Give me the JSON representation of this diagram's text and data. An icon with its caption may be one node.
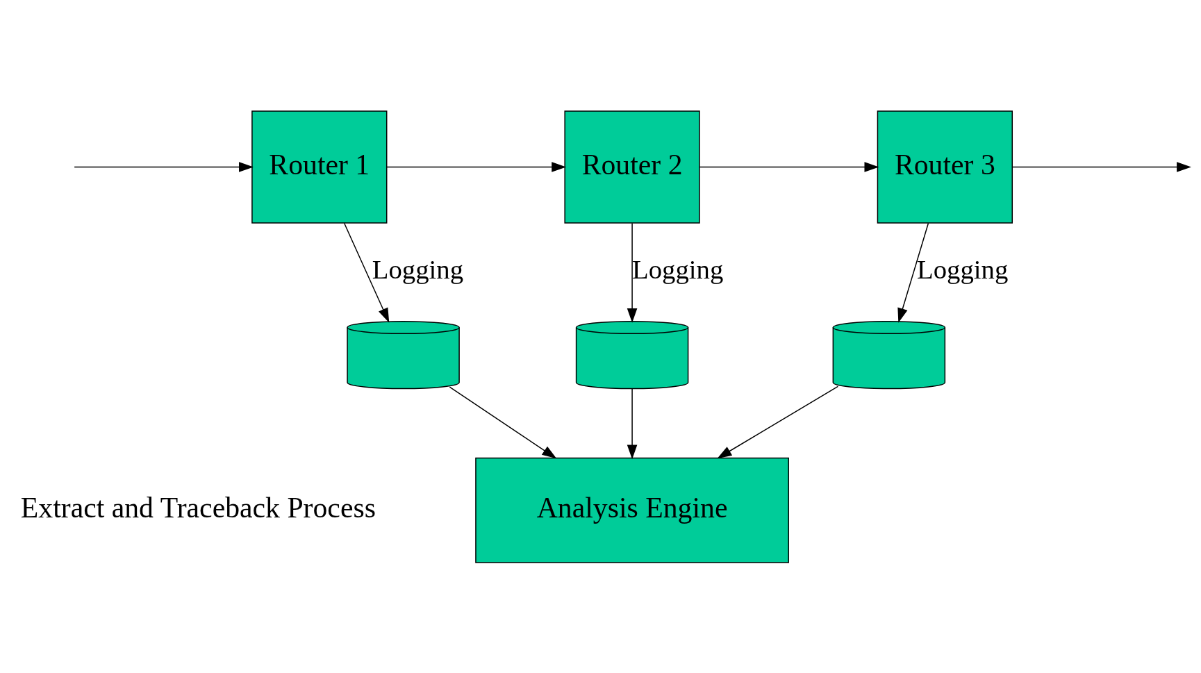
{
  "diagram": {
    "nodes": [
      {
        "text": [
          "Router 1"
        ]
      },
      {
        "text": [
          "Router 2"
        ]
      },
      {
        "text": [
          "Router 3"
        ]
      },
      {
        "text": [],
        "shape": "cylinder"
      },
      {
        "text": [],
        "shape": "cylinder"
      },
      {
        "text": [],
        "shape": "cylinder"
      },
      {
        "text": [
          "Analysis Engine"
        ]
      }
    ],
    "edges": [
      {
        "from": null,
        "to": 0,
        "arrow": "to"
      },
      {
        "from": 0,
        "to": 1,
        "arrow": "to"
      },
      {
        "from": 1,
        "to": 2,
        "arrow": "to"
      },
      {
        "from": 2,
        "to": null,
        "arrow": "to"
      },
      {
        "from": 0,
        "to": 3,
        "arrow": "to",
        "label": "Logging"
      },
      {
        "from": 1,
        "to": 4,
        "arrow": "to",
        "label": "Logging"
      },
      {
        "from": 2,
        "to": 5,
        "arrow": "to",
        "label": "Logging"
      },
      {
        "from": 3,
        "to": 6,
        "arrow": "to"
      },
      {
        "from": 4,
        "to": 6,
        "arrow": "to"
      },
      {
        "from": 5,
        "to": 6,
        "arrow": "to"
      }
    ],
    "labels": [
      "Extract and Traceback Process"
    ]
  }
}
